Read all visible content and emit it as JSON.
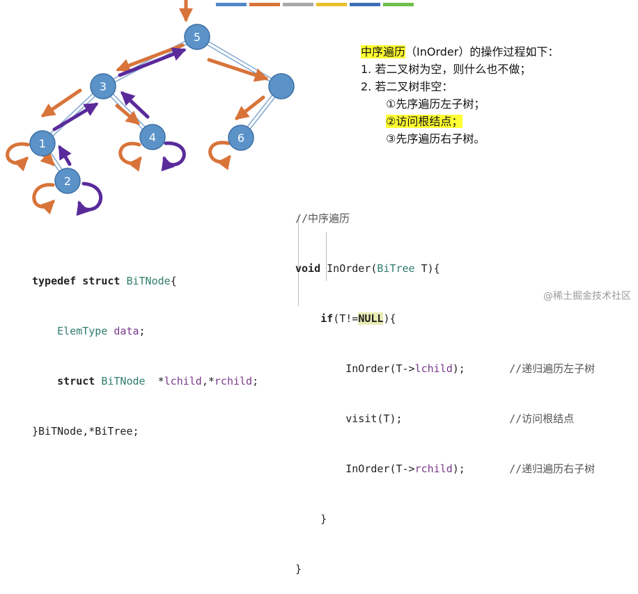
{
  "legend_colors": [
    "#4e88c7",
    "#d8743a",
    "#a8a8a8",
    "#e8c02a",
    "#3f6fb8",
    "#6fbf4a"
  ],
  "colors": {
    "node_fill": "#5b93c9",
    "node_stroke": "#3c6ea3",
    "edge": "#7ea6d0",
    "orange": "#d8743a",
    "purple": "#5a2a9b"
  },
  "tree": {
    "nodes": [
      {
        "id": "n5",
        "label": "5"
      },
      {
        "id": "n3",
        "label": "3"
      },
      {
        "id": "nr",
        "label": ""
      },
      {
        "id": "n1",
        "label": "1"
      },
      {
        "id": "n4",
        "label": "4"
      },
      {
        "id": "n6",
        "label": "6"
      },
      {
        "id": "n2",
        "label": "2"
      }
    ],
    "edges": [
      [
        "n5",
        "n3"
      ],
      [
        "n5",
        "nr"
      ],
      [
        "n3",
        "n1"
      ],
      [
        "n3",
        "n4"
      ],
      [
        "nr",
        "n6"
      ],
      [
        "n1",
        "n2"
      ]
    ]
  },
  "description": {
    "title_hl": "中序遍历",
    "title_rest": "（InOrder）的操作过程如下：",
    "step1": "1.  若二叉树为空，则什么也不做；",
    "step2": "2.  若二叉树非空：",
    "sub1": "①先序遍历左子树；",
    "sub2": "②访问根结点；",
    "sub3": "③先序遍历右子树。"
  },
  "struct_code": {
    "l1_kw": "typedef struct",
    "l1_ty": " BiTNode",
    "l1_rest": "{",
    "l2_ty": "ElemType",
    "l2_vr": " data",
    "l2_rest": ";",
    "l3_kw": "struct",
    "l3_ty": " BiTNode",
    "l3_rest": "  *",
    "l3_vr1": "lchild",
    "l3_mid": ",*",
    "l3_vr2": "rchild",
    "l3_end": ";",
    "l4": "}BiTNode,*BiTree;"
  },
  "inorder_code": {
    "comment": "//中序遍历",
    "sig_kw": "void",
    "sig_name": " InOrder(",
    "sig_ty": "BiTree",
    "sig_rest": " T){",
    "if_kw": "if",
    "if_a": "(T!=",
    "if_null": "NULL",
    "if_b": "){",
    "c1_a": "InOrder(T->",
    "c1_vr": "lchild",
    "c1_b": ");",
    "c1_cm": "//递归遍历左子树",
    "c2": "visit(T);",
    "c2_cm": "//访问根结点",
    "c3_a": "InOrder(T->",
    "c3_vr": "rchild",
    "c3_b": ");",
    "c3_cm": "//递归遍历右子树",
    "close_inner": "}",
    "close_outer": "}"
  },
  "watermark": "@稀土掘金技术社区"
}
